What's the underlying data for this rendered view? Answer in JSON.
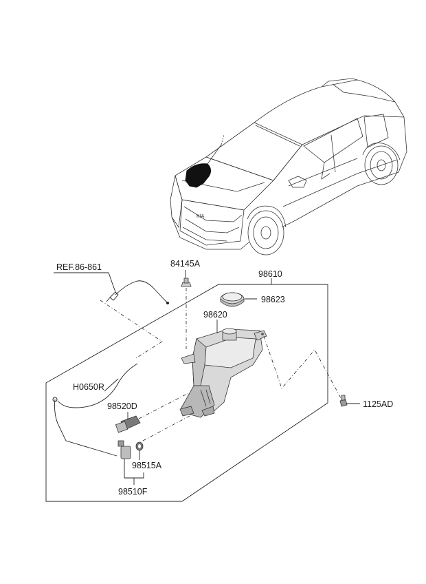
{
  "labels": {
    "ref": "REF.86-861",
    "p84145a": "84145A",
    "p98610": "98610",
    "p98623": "98623",
    "p98620": "98620",
    "h0650r": "H0650R",
    "p98520d": "98520D",
    "p1125ad": "1125AD",
    "p98515a": "98515A",
    "p98510f": "98510F"
  }
}
